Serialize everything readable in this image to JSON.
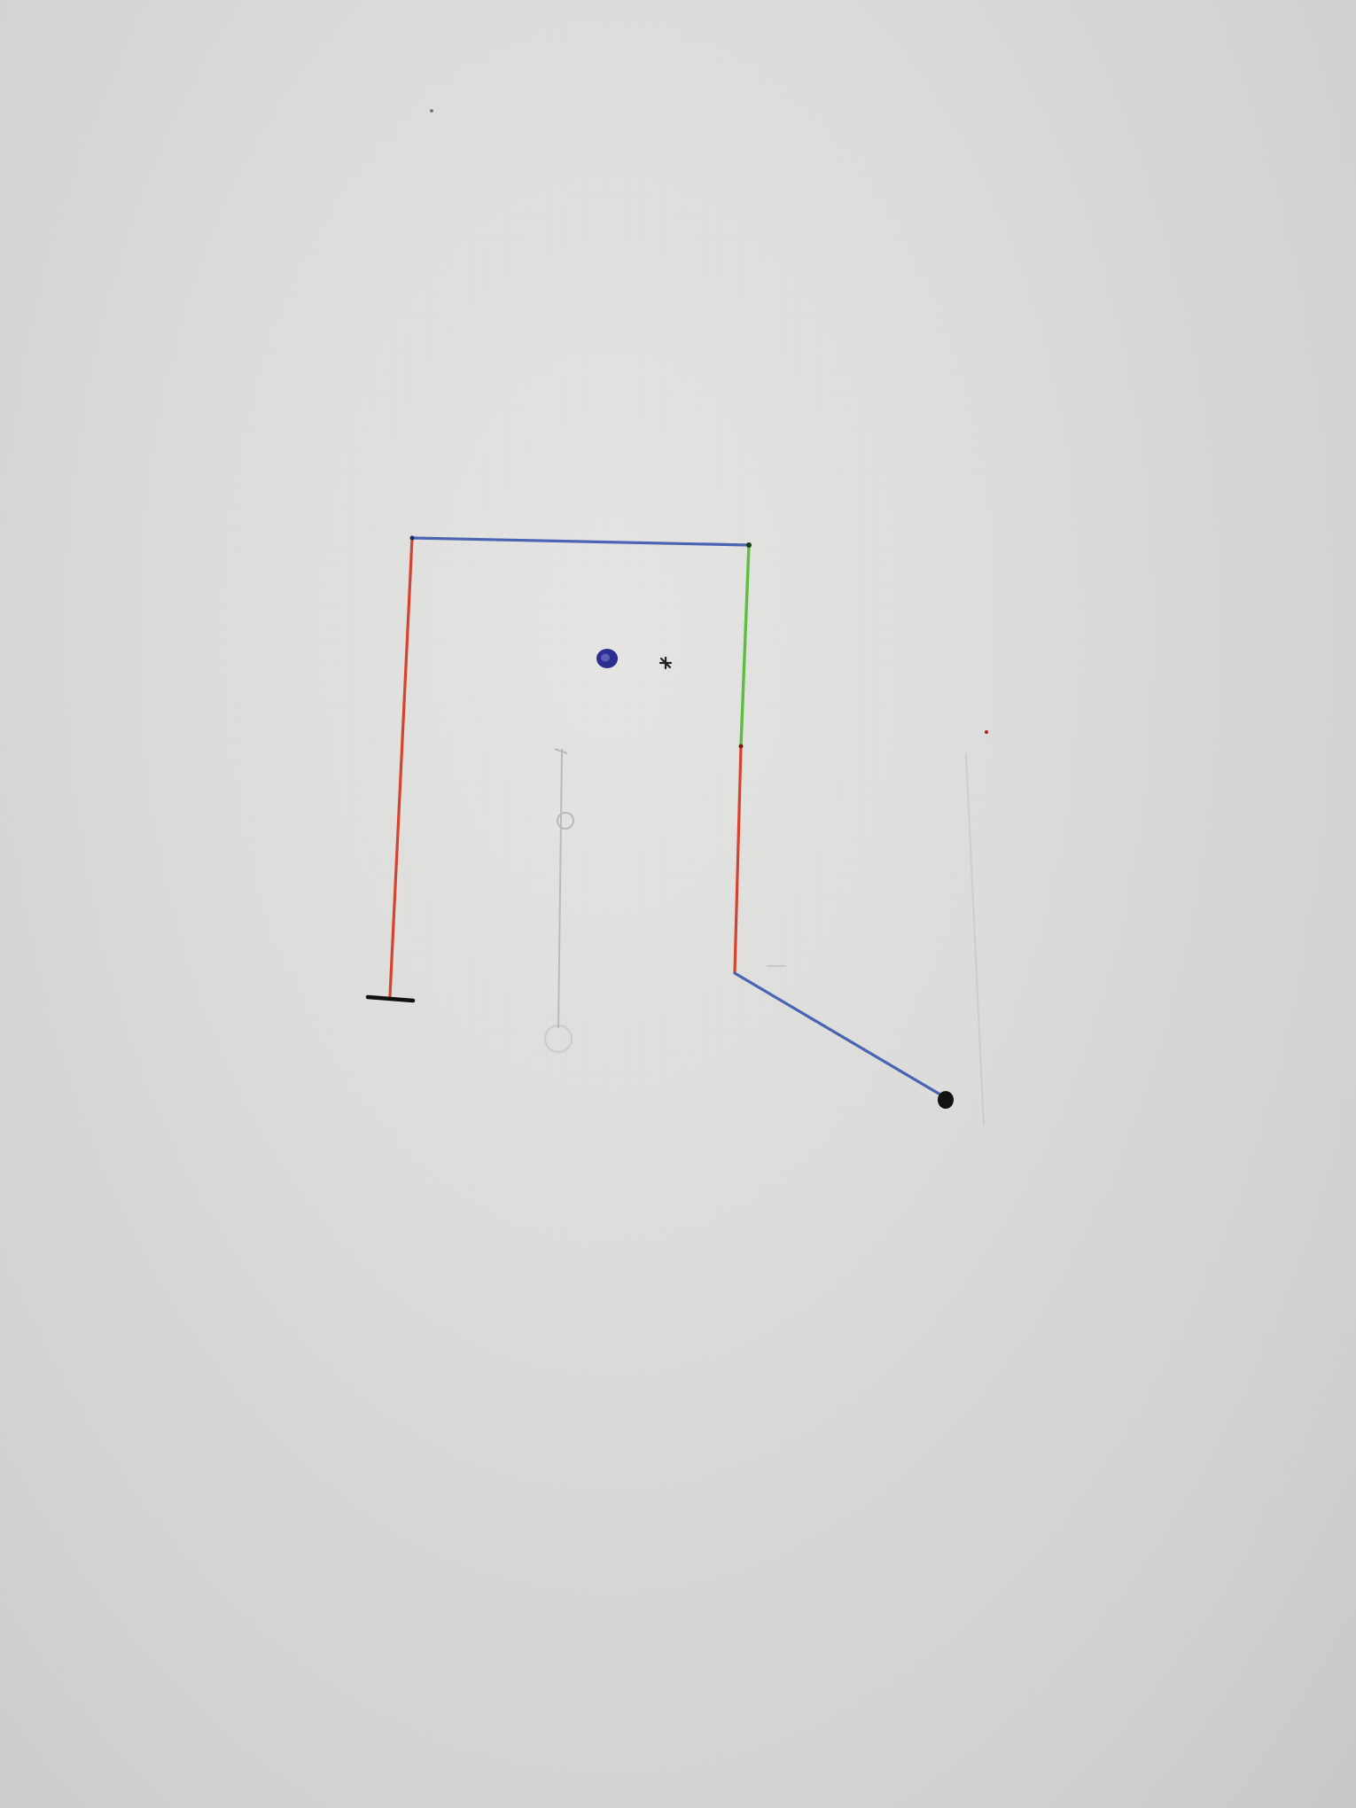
{
  "colors": {
    "paper": "#dedede",
    "grid": "#c9c9c9",
    "pencil": "#a9a9a9",
    "red": "#d8412b",
    "blue": "#4a64b3",
    "green": "#5cbf3f",
    "black": "#111111",
    "dot_blue": "#2c2f8f"
  },
  "diagram": {
    "elements": [
      "red-segment-left",
      "blue-segment-top",
      "green-segment-right",
      "red-segment-right",
      "blue-segment-diagonal",
      "ground-tick",
      "end-dot",
      "blue-dot",
      "small-star-mark",
      "pencil-sketch"
    ]
  }
}
